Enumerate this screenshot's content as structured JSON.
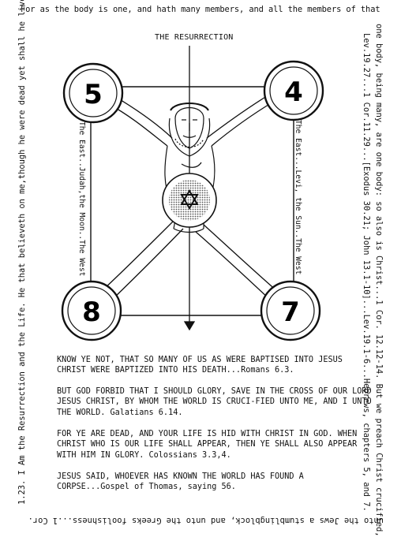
{
  "margin_text": {
    "top": "For as the body is one, and hath many members, and all the members of that",
    "right_1": "one body, being many, are one body: so also is Christ...1 Cor. 12.12-14. But we preach Christ crucified,",
    "right_2": "Lev.19.27...1 Cor.11.29...[Exodus 30.21; John 13.1-10]...Lev.19.1-6...Hebrews, chapters 5, and 7.",
    "bottom": "unto the Jews a stumblingblock, and unto the Greeks foolishness...1 Cor.",
    "left": "1.23. I Am the Resurrection and the Life. He that believeth on me,though he were dead yet shall he live."
  },
  "diagram": {
    "title": "THE RESURRECTION",
    "circle_top_left": "5",
    "circle_top_right": "4",
    "circle_bottom_left": "8",
    "circle_bottom_right": "7",
    "left_label": "The East..Judah,the Moon..The West",
    "right_label": "The East...Levi, the Sun..The West"
  },
  "paragraphs": [
    "KNOW YE NOT, THAT SO MANY OF US AS WERE BAPTISED INTO JESUS CHRIST WERE BAPTIZED INTO HIS DEATH...Romans 6.3.",
    "BUT GOD FORBID THAT I SHOULD GLORY, SAVE IN THE CROSS OF OUR LORD JESUS CHRIST, BY WHOM THE WORLD IS CRUCI-FIED UNTO ME, AND I UNTO THE WORLD. Galatians 6.14.",
    "FOR YE ARE DEAD, AND YOUR LIFE IS HID WITH CHRIST IN GOD. WHEN CHRIST WHO IS OUR LIFE SHALL APPEAR, THEN YE SHALL ALSO APPEAR WITH HIM IN GLORY. Colossians 3.3,4.",
    "JESUS SAID, WHOEVER HAS KNOWN THE WORLD HAS FOUND A CORPSE...Gospel of Thomas, saying 56."
  ]
}
